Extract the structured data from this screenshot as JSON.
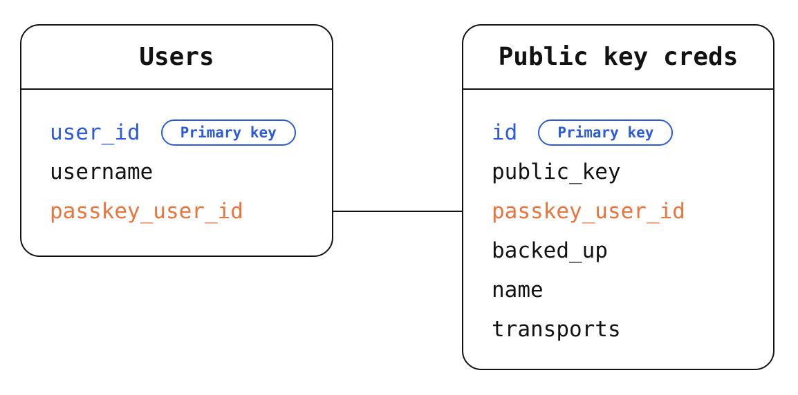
{
  "diagram": {
    "colors": {
      "primary_blue": "#2b5bd7",
      "foreign_orange": "#e9743c",
      "text": "#121212",
      "border": "#121212",
      "background": "#ffffff"
    },
    "tables": [
      {
        "title": "Users",
        "fields": [
          {
            "name": "user_id",
            "role": "primary-key",
            "badge": "Primary key"
          },
          {
            "name": "username",
            "role": "regular"
          },
          {
            "name": "passkey_user_id",
            "role": "foreign-key"
          }
        ]
      },
      {
        "title": "Public key creds",
        "fields": [
          {
            "name": "id",
            "role": "primary-key",
            "badge": "Primary key"
          },
          {
            "name": "public_key",
            "role": "regular"
          },
          {
            "name": "passkey_user_id",
            "role": "foreign-key"
          },
          {
            "name": "backed_up",
            "role": "regular"
          },
          {
            "name": "name",
            "role": "regular"
          },
          {
            "name": "transports",
            "role": "regular"
          }
        ]
      }
    ],
    "relationship": {
      "from": "Users.passkey_user_id",
      "to": "Public key creds.passkey_user_id"
    }
  }
}
